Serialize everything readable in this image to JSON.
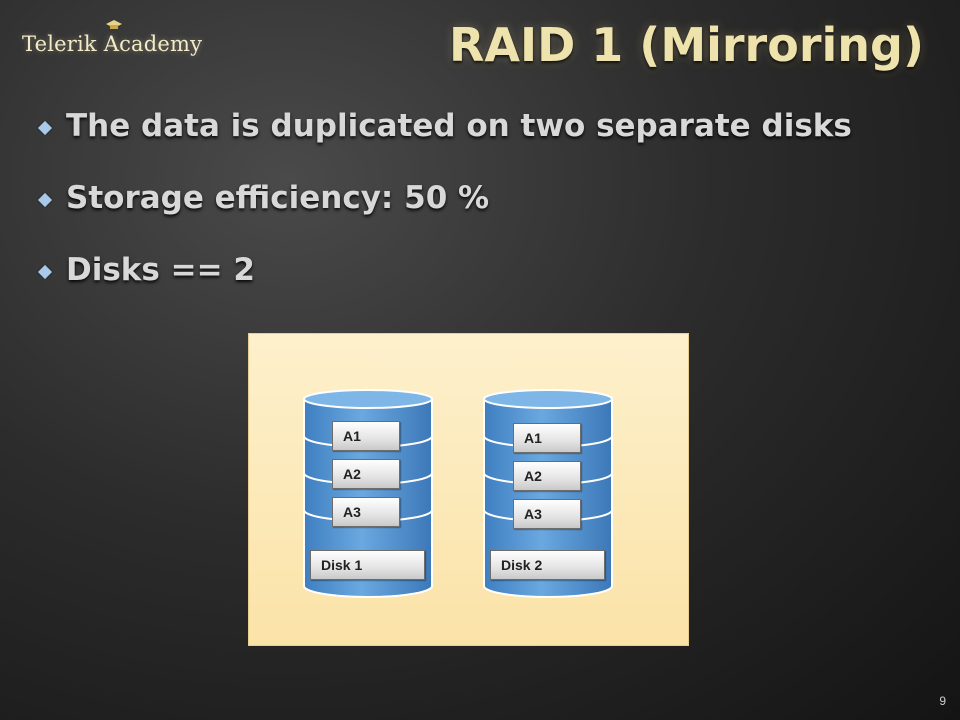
{
  "logo": {
    "text": "Telerik Academy",
    "icon": "graduation-cap-icon"
  },
  "title": "RAID 1 (Mirroring)",
  "bullets": [
    "The data is duplicated on two separate disks",
    "Storage efficiency: 50 %",
    "Disks == 2"
  ],
  "diagram": {
    "disks": [
      {
        "label": "Disk 1",
        "blocks": [
          "A1",
          "A2",
          "A3"
        ]
      },
      {
        "label": "Disk 2",
        "blocks": [
          "A1",
          "A2",
          "A3"
        ]
      }
    ]
  },
  "page_number": "9",
  "colors": {
    "title": "#efe3ad",
    "bullet_text": "#d8d8d8",
    "bullet_icon": "#a9c9e8",
    "diagram_bg": "#fbe3a8",
    "disk_fill": "#5b9bd5"
  }
}
